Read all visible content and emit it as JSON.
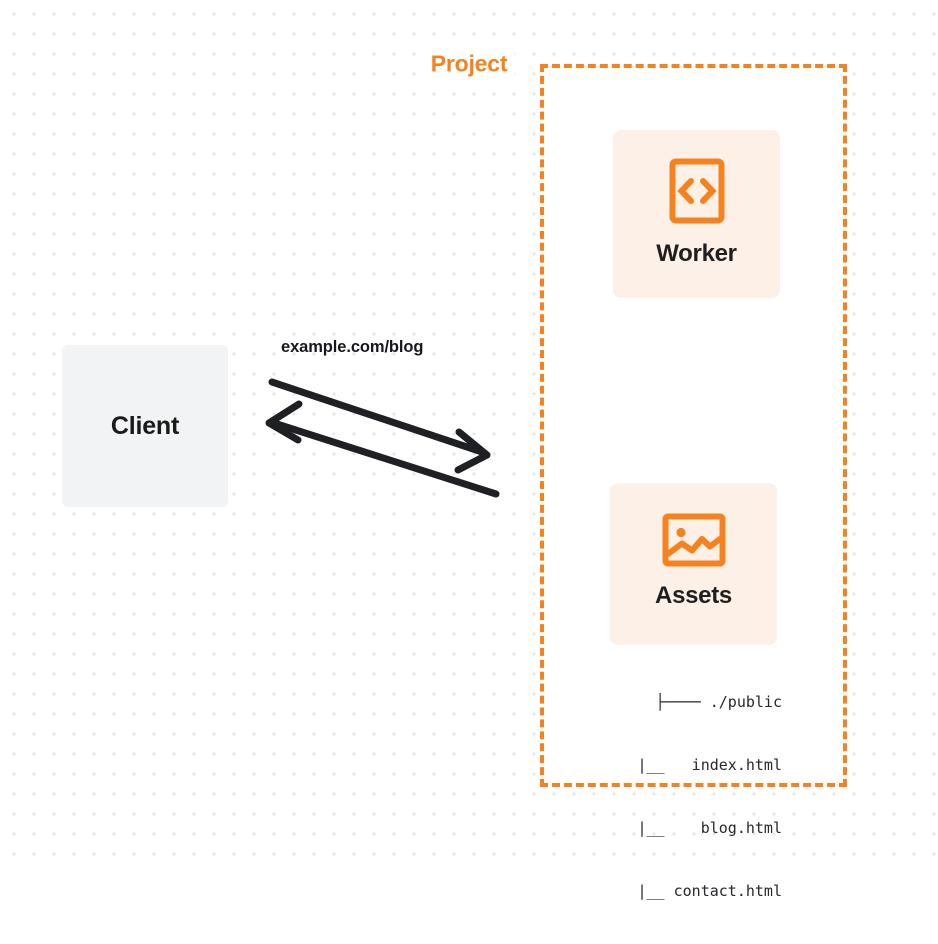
{
  "diagram": {
    "title": "Project",
    "background": {
      "style": "dot-grid",
      "dot_color": "#e6e6e6",
      "page_color": "#ffffff"
    },
    "colors": {
      "brand_orange": "#f6821f",
      "card_cream": "#fdf1e7",
      "client_gray": "#f2f3f5",
      "text_dark": "#1a1a1a",
      "arrow_black": "#1e2023"
    },
    "client": {
      "label": "Client",
      "icon": "client-box"
    },
    "edge": {
      "label": "example.com/blog",
      "request_direction": "client-to-project",
      "response_direction": "project-to-client"
    },
    "project": {
      "label": "Project",
      "border_style": "dashed",
      "nodes": [
        {
          "id": "worker",
          "label": "Worker",
          "icon": "code-brackets-icon"
        },
        {
          "id": "assets",
          "label": "Assets",
          "icon": "image-icon"
        }
      ],
      "file_tree": [
        "├──── ./public",
        "     |__   index.html",
        "     |__    blog.html",
        "     |__ contact.html"
      ]
    }
  }
}
